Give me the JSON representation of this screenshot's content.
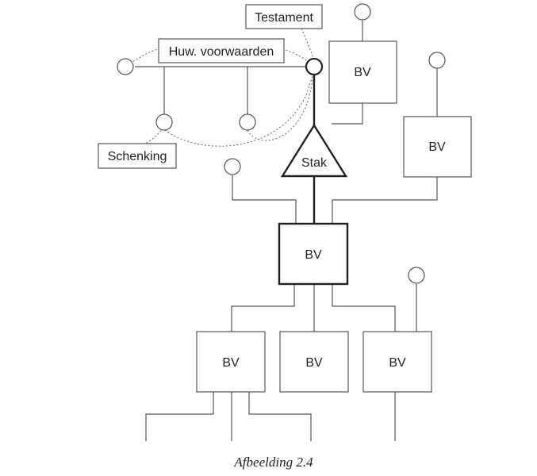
{
  "labels": {
    "testament": "Testament",
    "huwelijksvoorwaarden": "Huw. voorwaarden",
    "schenking": "Schenking",
    "stak": "Stak",
    "bv": "BV"
  },
  "caption": "Afbeelding 2.4"
}
